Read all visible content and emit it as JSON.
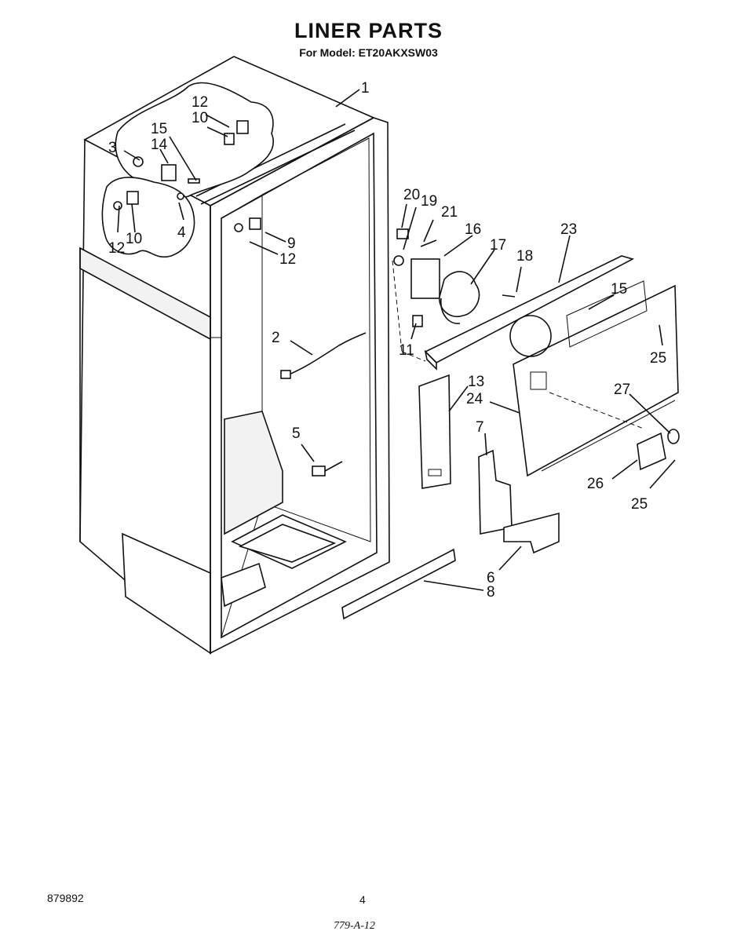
{
  "header": {
    "title": "LINER PARTS",
    "subtitle": "For Model: ET20AKXSW03"
  },
  "callouts": [
    "1",
    "2",
    "3",
    "4",
    "5",
    "6",
    "7",
    "8",
    "9",
    "10",
    "10",
    "11",
    "12",
    "12",
    "12",
    "13",
    "14",
    "15",
    "15",
    "16",
    "17",
    "18",
    "19",
    "20",
    "21",
    "23",
    "24",
    "25",
    "25",
    "26",
    "27"
  ],
  "footer": {
    "doc_number": "879892",
    "page": "4",
    "handwritten_code": "779-A-12"
  }
}
